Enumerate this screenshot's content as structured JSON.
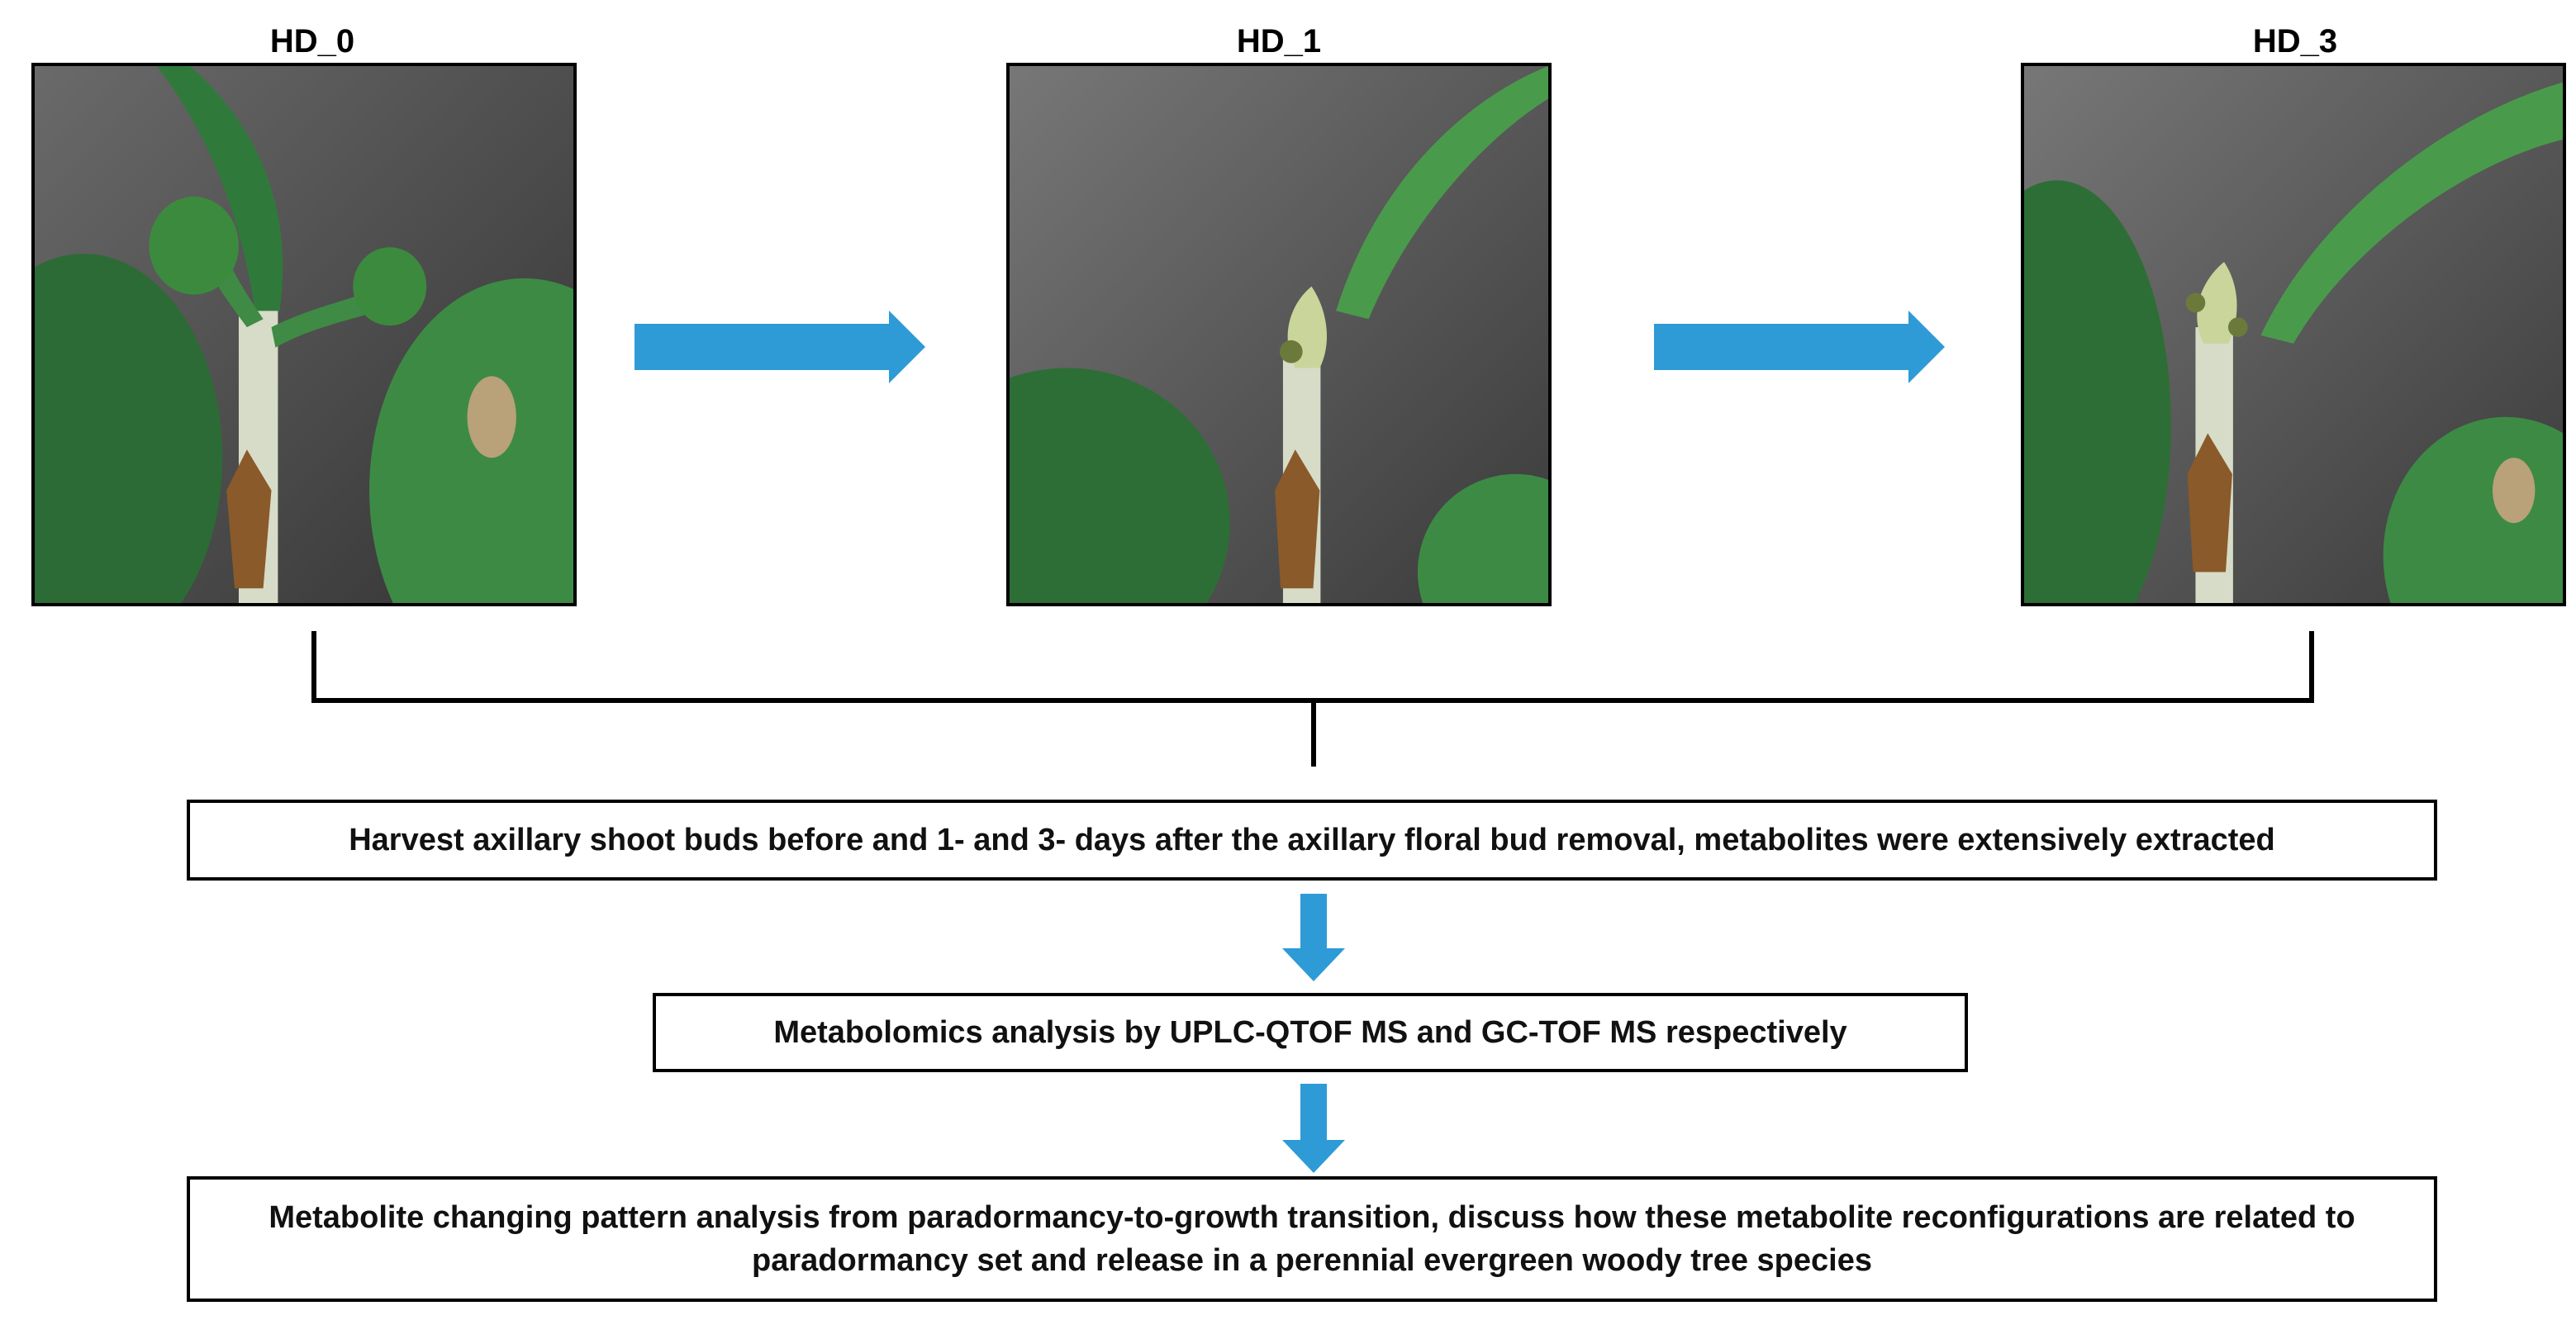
{
  "panels": [
    {
      "label": "HD_0"
    },
    {
      "label": "HD_1"
    },
    {
      "label": "HD_3"
    }
  ],
  "steps": [
    "Harvest axillary shoot buds before and 1- and 3- days after the axillary floral bud removal, metabolites were extensively extracted",
    "Metabolomics analysis by UPLC-QTOF MS and GC-TOF MS respectively",
    "Metabolite changing pattern analysis from paradormancy-to-growth transition, discuss how these metabolite reconfigurations are related to paradormancy set and release in a perennial evergreen woody tree species"
  ],
  "colors": {
    "arrow": "#2E9BD6",
    "border": "#000000",
    "leaf": "#2f7a3b",
    "stem": "#cfd8c0",
    "background_gray": "#4a4a4a"
  }
}
